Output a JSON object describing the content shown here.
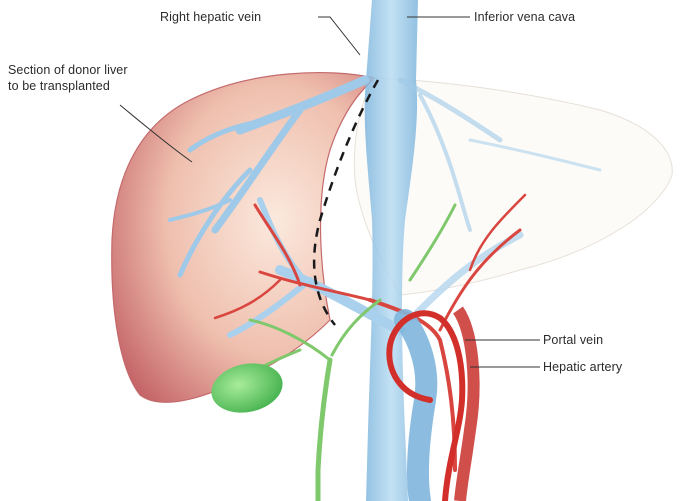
{
  "labels": {
    "right_hepatic_vein": "Right hepatic vein",
    "inferior_vena_cava": "Inferior vena cava",
    "donor_section_line1": "Section of donor liver",
    "donor_section_line2": "to be transplanted",
    "portal_vein": "Portal vein",
    "hepatic_artery": "Hepatic artery"
  },
  "colors": {
    "liver_dark": "#c8666a",
    "liver_light": "#f6d9c9",
    "vein_blue": "#8fc3e6",
    "artery_red": "#d63a36",
    "bile_green": "#7dc86a",
    "gallbladder": "#6fcf6f",
    "leader_line": "#333333",
    "cut_line": "#1a1a1a"
  }
}
